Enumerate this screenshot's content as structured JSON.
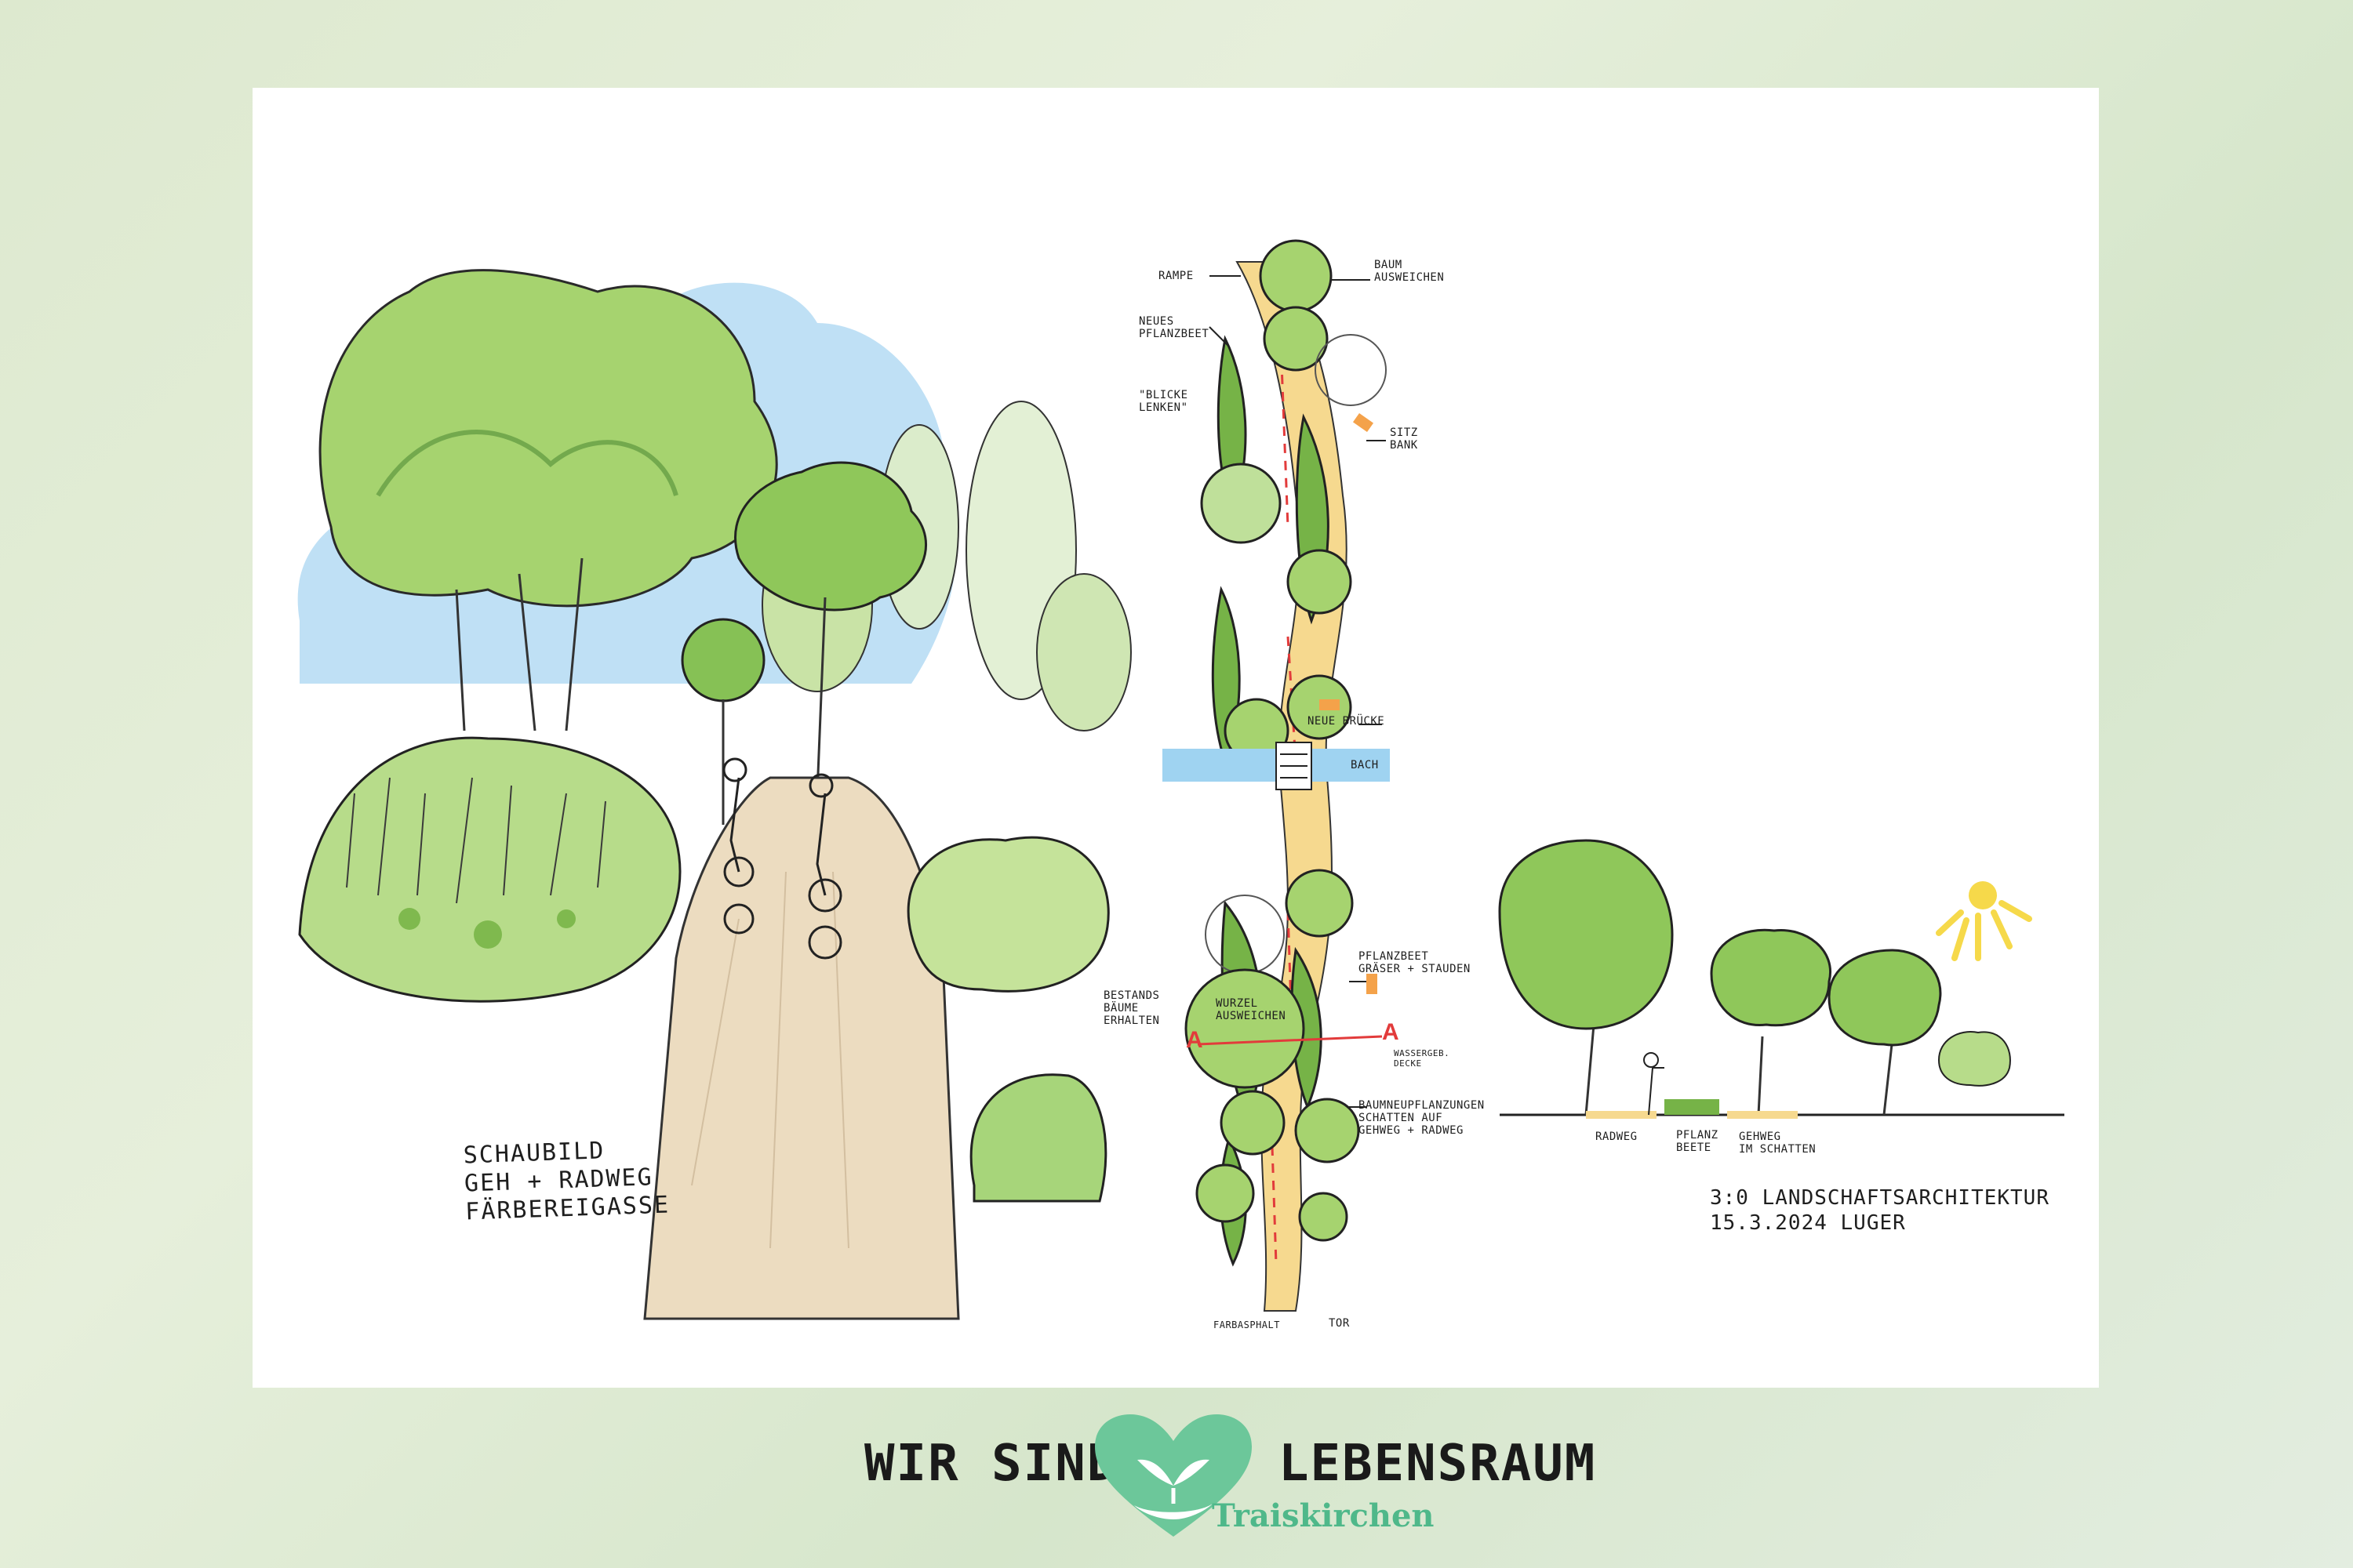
{
  "perspective_title": "SCHAUBILD\nGEH + RADWEG\nFÄRBEREIGASSE",
  "plan_labels": {
    "rampe": "RAMPE",
    "neues_pflanzbeet": "NEUES\nPFLANZBEET",
    "blicke_lenken": "\"BLICKE\n LENKEN\"",
    "baum_ausweichen": "BAUM\nAUSWEICHEN",
    "sitzbank": "SITZ\nBANK",
    "neue_bruecke": "NEUE BRÜCKE",
    "bach": "BACH",
    "pflanzbeet_graeser_stauden": "PFLANZBEET\nGRÄSER + STAUDEN",
    "bestandsbaeume_erhalten": "BESTANDS\nBÄUME\nERHALTEN",
    "wurzel_ausweichen": "WURZEL\nAUSWEICHEN",
    "wassergebundene_decke": "WASSERGEB.\nDECKE",
    "baumneupflanzungen": "BAUMNEUPFLANZUNGEN\nSCHATTEN AUF\nGEHWEG + RADWEG",
    "farbasphalt": "FARBASPHALT",
    "tor": "TOR",
    "section_mark": "A"
  },
  "section_labels": {
    "radweg": "RADWEG",
    "pflanzbeete": "PFLANZ\nBEETE",
    "gehweg_im_schatten": "GEHWEG\nIM SCHATTEN"
  },
  "signature": "3:0 LANDSCHAFTSARCHITEKTUR\n15.3.2024 LUGER",
  "logo": {
    "left_text": "WIR SIND",
    "right_text": "LEBENSRAUM",
    "subtitle": "Traiskirchen",
    "heart_color": "#6cc79a"
  }
}
